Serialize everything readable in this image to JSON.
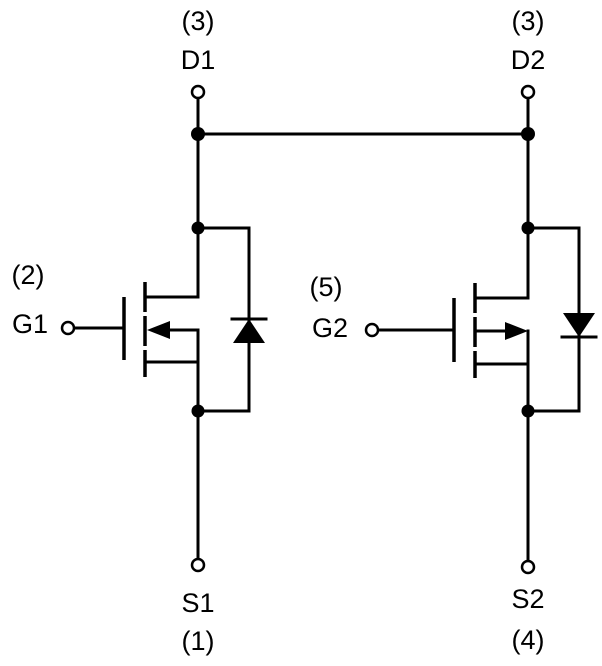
{
  "diagram": {
    "terminals": {
      "d1": {
        "pin": "(3)",
        "name": "D1"
      },
      "d2": {
        "pin": "(3)",
        "name": "D2"
      },
      "g1": {
        "pin": "(2)",
        "name": "G1"
      },
      "g2": {
        "pin": "(5)",
        "name": "G2"
      },
      "s1": {
        "name": "S1",
        "pin": "(1)"
      },
      "s2": {
        "name": "S2",
        "pin": "(4)"
      }
    },
    "colors": {
      "line": "#000000",
      "background": "#ffffff"
    }
  }
}
